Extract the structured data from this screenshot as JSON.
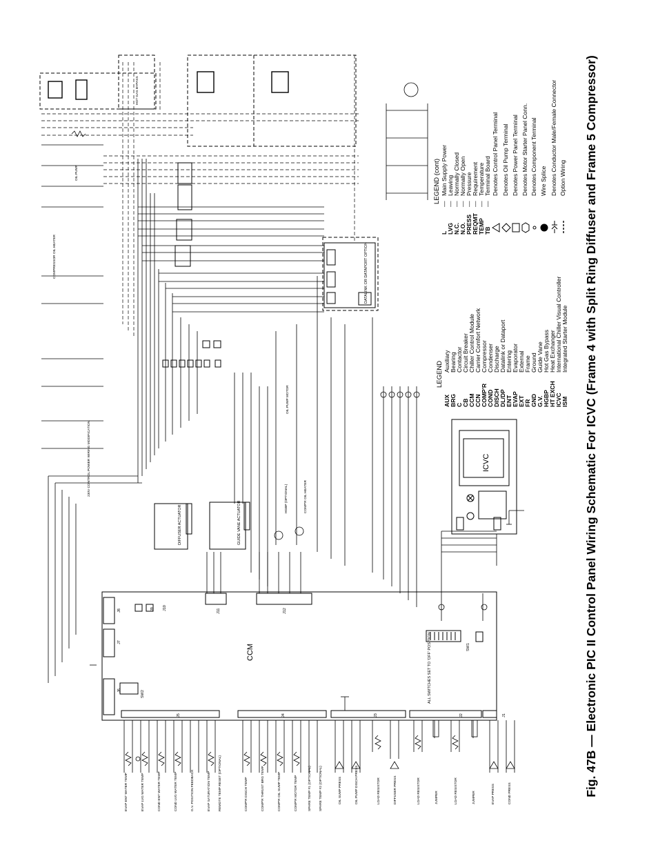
{
  "figure": {
    "caption": "Fig. 47B — Electronic PIC II Control Panel Wiring Schematic For ICVC (Frame 4 with Split Ring Diffuser and Frame 5 Compressor)"
  },
  "boards": {
    "ccm": "CCM",
    "icvc": "ICVC",
    "datalink": "DATALINK OR DATAPORT OPTION",
    "diffuser_actuator": "DIFFUSER ACTUATOR",
    "guide_vane_actuator": "GUIDE VANE ACTUATOR"
  },
  "notes": {
    "switch_note": "ALL SWITCHES SET TO 'OFF' POSITION",
    "sw1": "SW1",
    "sw2": "SW2"
  },
  "connectors": [
    "J1",
    "J2",
    "J3",
    "J4",
    "J5",
    "J6",
    "J7",
    "J8",
    "J9",
    "J10",
    "J11",
    "J12"
  ],
  "legend_left": {
    "title": "LEGEND",
    "items": [
      {
        "abbr": "AUX",
        "desc": "Auxiliary"
      },
      {
        "abbr": "BRG",
        "desc": "Bearing"
      },
      {
        "abbr": "C",
        "desc": "Contactor"
      },
      {
        "abbr": "CB",
        "desc": "Circuit Breaker"
      },
      {
        "abbr": "CCM",
        "desc": "Chiller Control Module"
      },
      {
        "abbr": "CCN",
        "desc": "Carrier Comfort Network"
      },
      {
        "abbr": "COMP'R",
        "desc": "Compressor"
      },
      {
        "abbr": "COND",
        "desc": "Condenser"
      },
      {
        "abbr": "DISCH",
        "desc": "Discharge"
      },
      {
        "abbr": "DL/DP",
        "desc": "Datalink or Dataport"
      },
      {
        "abbr": "ENT",
        "desc": "Entering"
      },
      {
        "abbr": "EVAP",
        "desc": "Evaporator"
      },
      {
        "abbr": "EXT",
        "desc": "External"
      },
      {
        "abbr": "FR",
        "desc": "Frame"
      },
      {
        "abbr": "GND",
        "desc": "Ground"
      },
      {
        "abbr": "G.V.",
        "desc": "Guide Vane"
      },
      {
        "abbr": "HGBP",
        "desc": "Hot Gas Bypass"
      },
      {
        "abbr": "HT EXCH",
        "desc": "Heat Exchanger"
      },
      {
        "abbr": "ICVC",
        "desc": "International Chiller Visual Controller"
      },
      {
        "abbr": "ISM",
        "desc": "Integrated Starter Module"
      }
    ]
  },
  "legend_right": {
    "title": "LEGEND (cont)",
    "items": [
      {
        "abbr": "L",
        "desc": "Main Supply Power"
      },
      {
        "abbr": "LVG",
        "desc": "Leaving"
      },
      {
        "abbr": "N.C.",
        "desc": "Normally Closed"
      },
      {
        "abbr": "N.O.",
        "desc": "Normally Open"
      },
      {
        "abbr": "PRESS",
        "desc": "Pressure"
      },
      {
        "abbr": "REQMT",
        "desc": "Requirement"
      },
      {
        "abbr": "TEMP",
        "desc": "Temperature"
      },
      {
        "abbr": "TB",
        "desc": "Terminal Board"
      }
    ],
    "symbols": [
      {
        "symbol": "triangle-icon",
        "desc": "Denotes Control Panel Terminal"
      },
      {
        "symbol": "diamond-icon",
        "desc": "Denotes Oil Pump Terminal"
      },
      {
        "symbol": "square-icon",
        "desc": "Denotes Power Panel Terminal"
      },
      {
        "symbol": "hexagon-icon",
        "desc": "Denotes Motor Starter Panel Conn."
      },
      {
        "symbol": "open-circle-icon",
        "desc": "Denotes Component Terminal"
      },
      {
        "symbol": "filled-dot-icon",
        "desc": "Wire Splice"
      },
      {
        "symbol": "male-female-connector-icon",
        "desc": "Denotes Conductor Male/Female Connector"
      },
      {
        "symbol": "dashed-line-icon",
        "desc": "Option Wiring"
      }
    ]
  },
  "sensors": {
    "temps": [
      "EVAP ENT WATER TEMP",
      "EVAP LVG WATER TEMP",
      "COND ENT WATER TEMP",
      "COND LVG WATER TEMP",
      "G.V. POSITION FEEDBACK",
      "EVAP SATURATION TEMP",
      "REMOTE TEMP RESET (OPTIONAL)"
    ],
    "compressor": [
      "COMP'R DISCH TEMP",
      "COMP'R THRUST BRG TEMP",
      "COMP'R OIL SUMP TEMP",
      "COMP'R MOTOR TEMP",
      "SPARE TEMP #1 (OPTIONAL)",
      "SPARE TEMP #2 (OPTIONAL)"
    ],
    "pressures": [
      "OIL SUMP PRESS",
      "OIL PUMP DISCH PRESS",
      "LOAD RESISTOR",
      "DIFFUSER PRESS",
      "LOAD RESISTOR",
      "JUMPER",
      "LOAD RESISTOR",
      "JUMPER",
      "EVAP PRESS",
      "COND PRESS"
    ]
  },
  "components": {
    "oil_heater": "COMPRESSOR OIL HEATER",
    "oil_pump": "OIL PUMP",
    "hgbp": "HOT GAS BYPASS",
    "control_power": "230V CONTROL POWER WIRING MODIFICATION",
    "oil_pump_motor": "OIL PUMP MOTOR",
    "compr_oil_heater": "COMP'R OIL HEATER",
    "hgbp_optional": "HGBP (OPTIONAL)"
  }
}
